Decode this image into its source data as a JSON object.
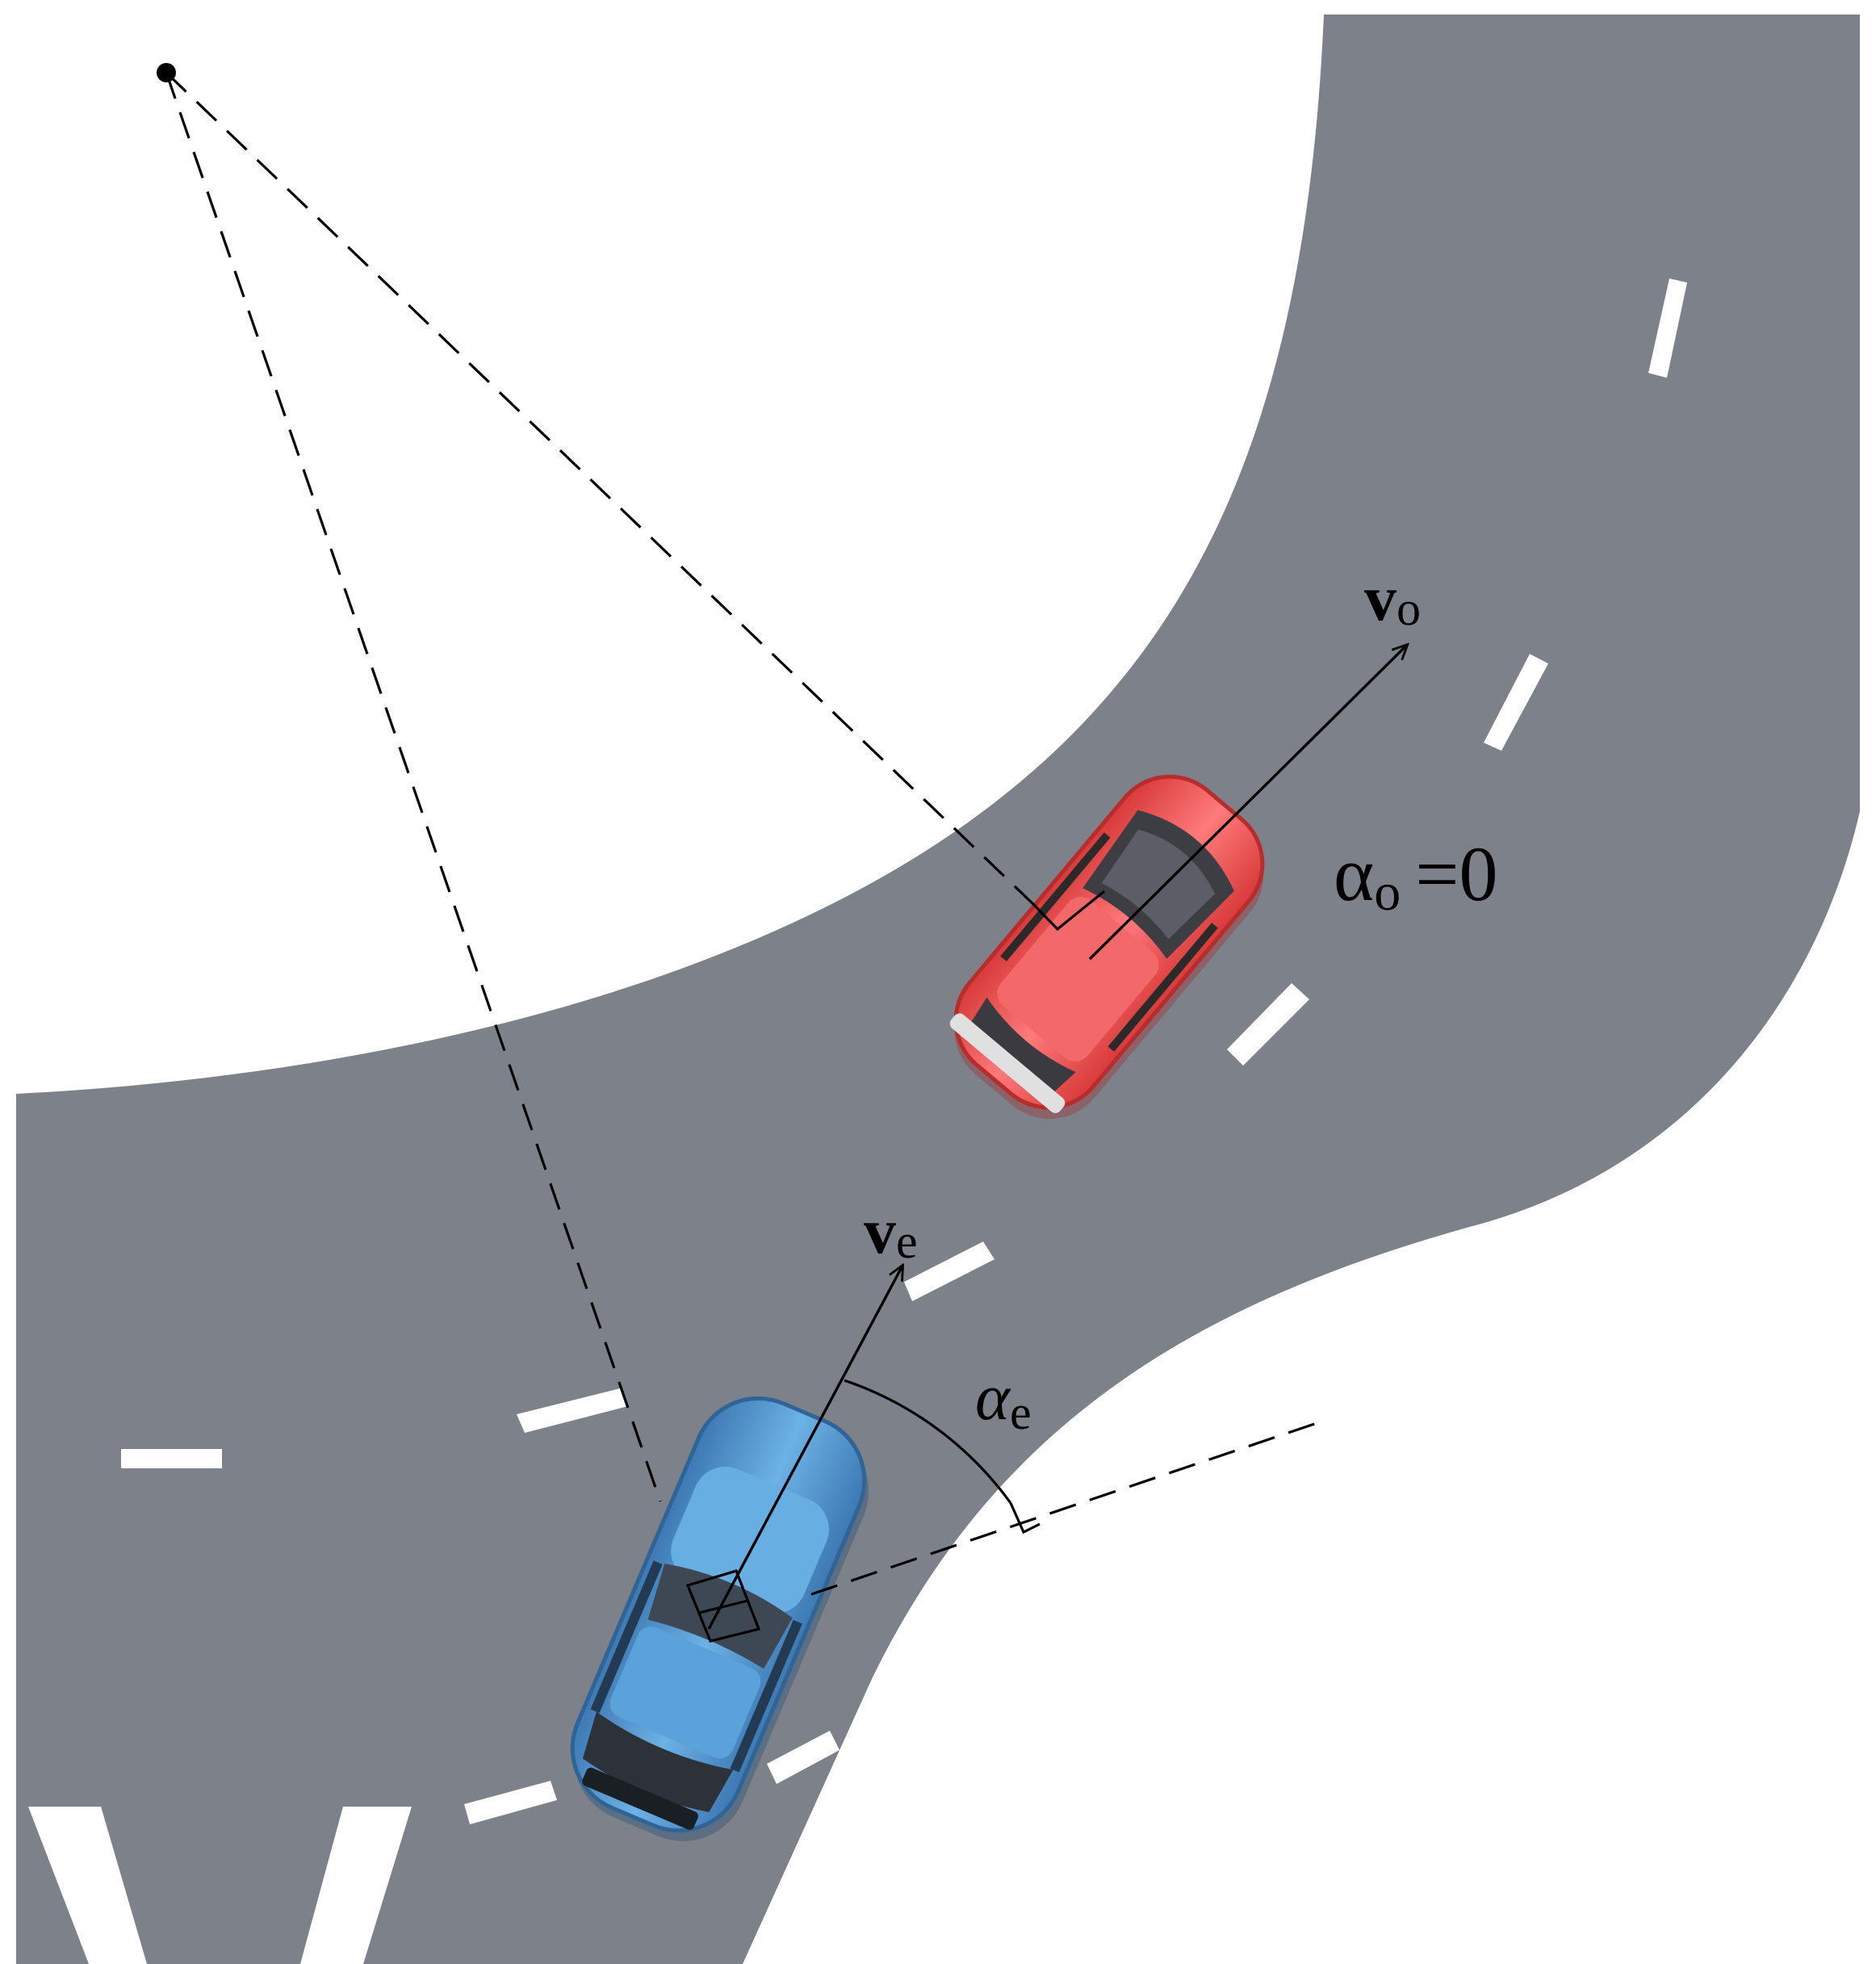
{
  "labels": {
    "v_o": {
      "main": "v",
      "sub": "o"
    },
    "v_e": {
      "main": "v",
      "sub": "e"
    },
    "alpha_o": {
      "main": "α",
      "sub": "o",
      "value": "=0"
    },
    "alpha_e": {
      "main": "α",
      "sub": "e"
    }
  },
  "colors": {
    "road": "#7d8189",
    "lane_marking": "#ffffff",
    "background": "#ffffff",
    "ego_car": "#5aa0d8",
    "other_car": "#f05a5a",
    "lines": "#000000"
  }
}
